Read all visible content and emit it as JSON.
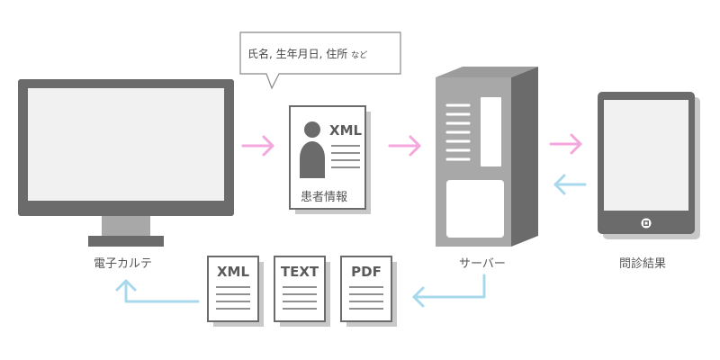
{
  "speech_bubble": {
    "main": "氏名, 生年月日, 住所",
    "suffix": "など"
  },
  "patient_card": {
    "format": "XML",
    "caption": "患者情報"
  },
  "labels": {
    "karte": "電子カルテ",
    "server": "サーバー",
    "tablet": "問診結果"
  },
  "output_docs": [
    "XML",
    "TEXT",
    "PDF"
  ],
  "colors": {
    "pink_arrow": "#f4a6dd",
    "blue_arrow": "#a8d8ec",
    "device_dark": "#6b6b6b",
    "screen": "#f1f1f1"
  }
}
